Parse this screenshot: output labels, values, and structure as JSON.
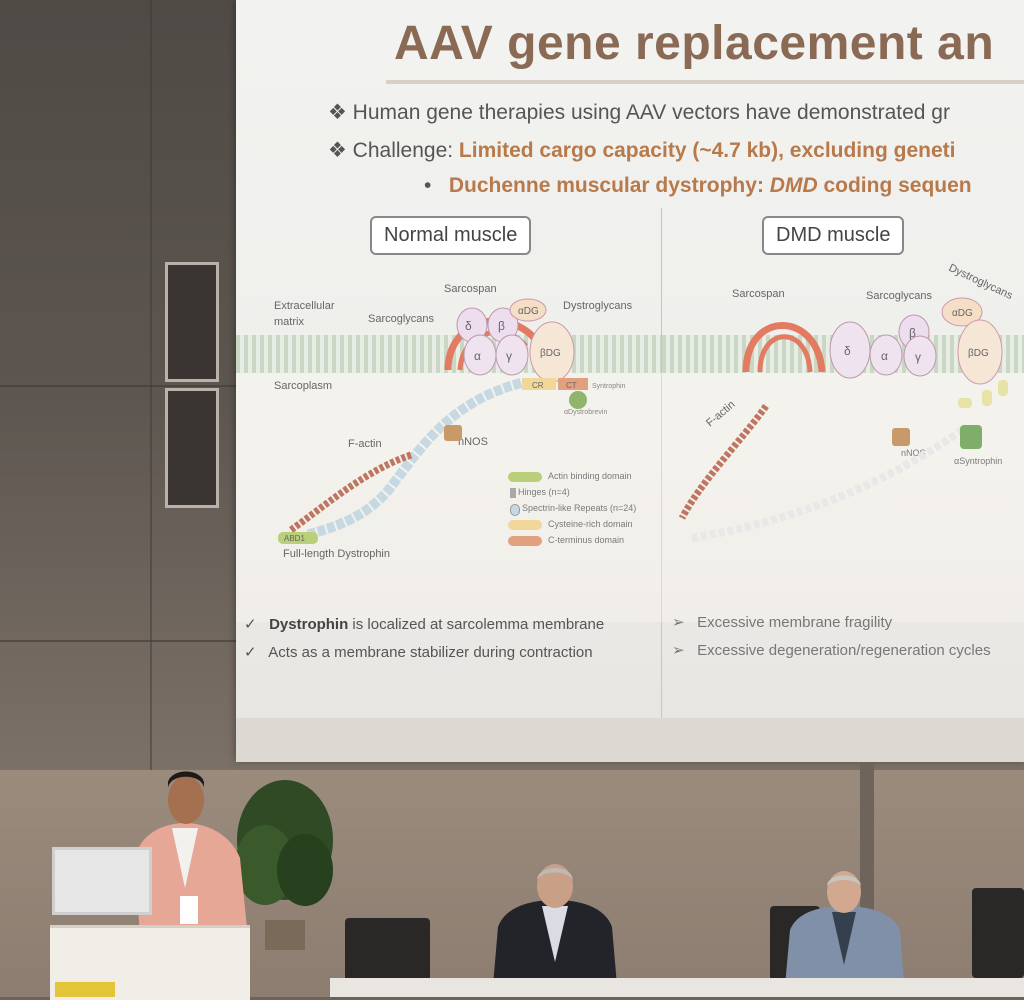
{
  "slide": {
    "title": "AAV gene replacement an",
    "bullet1": "Human gene therapies using  AAV vectors have demonstrated gr",
    "bullet2_prefix": "Challenge: ",
    "bullet2_highlight": "Limited cargo capacity (~4.7 kb), excluding geneti",
    "bullet3_prefix": "Duchenne muscular dystrophy: ",
    "bullet3_italic": "DMD",
    "bullet3_suffix": " coding sequen",
    "bullet_symbol": "❖",
    "dot_symbol": "•",
    "normal_label": "Normal muscle",
    "dmd_label": "DMD muscle",
    "left_labels": {
      "extracellular": "Extracellular",
      "matrix": "matrix",
      "sarcospan": "Sarcospan",
      "sarcoglycans": "Sarcoglycans",
      "dystroglycans": "Dystroglycans",
      "sarcoplasm": "Sarcoplasm",
      "factin": "F-actin",
      "nnos": "nNOS",
      "full_length": "Full-length Dystrophin",
      "adg": "αDG",
      "bdg": "βDG",
      "delta": "δ",
      "beta": "β",
      "alpha": "α",
      "gamma": "γ",
      "cr": "CR",
      "ct": "CT",
      "abd": "ABD1",
      "syntrophin": "Syntrophin",
      "dystrobrevin": "αDystrobrevin"
    },
    "legend": [
      {
        "key": "ABD1",
        "text": "Actin binding domain",
        "color": "#b9cf7a"
      },
      {
        "key": "",
        "text": "Hinges (n=4)",
        "color": "#a8a8a8"
      },
      {
        "key": "",
        "text": "Spectrin-like Repeats (n=24)",
        "color": "#c6d9e3"
      },
      {
        "key": "CR",
        "text": "Cysteine-rich domain",
        "color": "#f1d79a"
      },
      {
        "key": "CT",
        "text": "C-terminus domain",
        "color": "#e3a07f"
      }
    ],
    "right_labels": {
      "sarcospan": "Sarcospan",
      "sarcoglycans": "Sarcoglycans",
      "dystroglycans": "Dystroglycans",
      "factin": "F-actin",
      "nnos": "nNOS",
      "syntrophin": "αSyntrophin",
      "adg": "αDG",
      "bdg": "βDG",
      "delta": "δ",
      "beta": "β",
      "alpha": "α",
      "gamma": "γ"
    },
    "checks_left": [
      {
        "bold": "Dystrophin",
        "rest": " is localized at sarcolemma membrane"
      },
      {
        "bold": "",
        "rest": "Acts as a membrane stabilizer during contraction"
      }
    ],
    "checks_right": [
      "Excessive membrane fragility",
      "Excessive degeneration/regeneration cycles"
    ],
    "check_symbol": "✓",
    "arrow_symbol": "➢"
  },
  "colors": {
    "title": "#8a6a55",
    "highlight": "#b8794b",
    "salmon": "#e27b62",
    "spectrin": "#c6d9e3"
  }
}
